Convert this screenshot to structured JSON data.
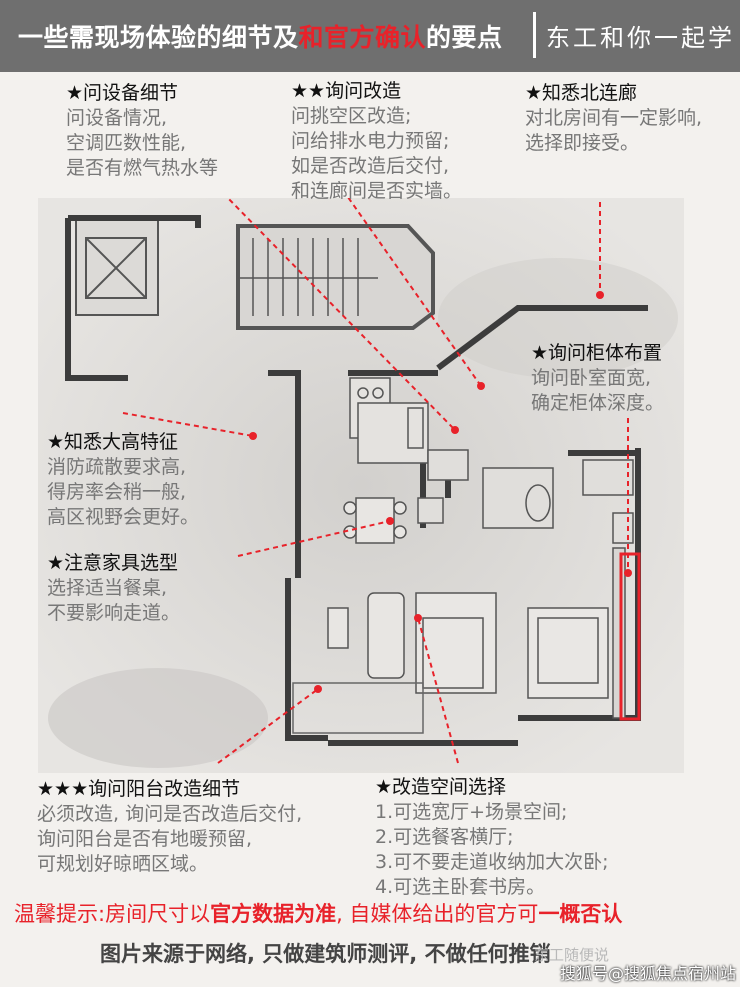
{
  "header": {
    "title_part1": "一些需现场体验的细节及",
    "title_highlight": "和官方确认",
    "title_part2": "的要点",
    "slogan": "东工和你一起学"
  },
  "notes": [
    {
      "id": "equipment",
      "title": "★问设备细节",
      "lines": [
        "问设备情况,",
        "空调匹数性能,",
        "是否有燃气热水等"
      ]
    },
    {
      "id": "modification",
      "title": "★★询问改造",
      "lines": [
        "问挑空区改造;",
        "问给排水电力预留;",
        "如是否改造后交付,",
        "和连廊间是否实墙。"
      ]
    },
    {
      "id": "corridor",
      "title": "★知悉北连廊",
      "lines": [
        "对北房间有一定影响,",
        "选择即接受。"
      ]
    },
    {
      "id": "cabinet",
      "title": "★询问柜体布置",
      "lines": [
        "询问卧室面宽,",
        "确定柜体深度。"
      ]
    },
    {
      "id": "highrise",
      "title": "★知悉大高特征",
      "lines": [
        "消防疏散要求高,",
        "得房率会稍一般,",
        "高区视野会更好。"
      ]
    },
    {
      "id": "furniture",
      "title": "★注意家具选型",
      "lines": [
        "选择适当餐桌,",
        "不要影响走道。"
      ]
    },
    {
      "id": "balcony",
      "title": "★★★询问阳台改造细节",
      "lines": [
        "必须改造, 询问是否改造后交付,",
        "询问阳台是否有地暖预留,",
        "可规划好晾晒区域。"
      ]
    },
    {
      "id": "space",
      "title": "★改造空间选择",
      "lines": [
        "1.可选宽厅+场景空间;",
        "2.可选餐客横厅;",
        "3.可不要走道收纳加大次卧;",
        "4.可选主卧套书房。"
      ]
    }
  ],
  "tip": {
    "prefix": "温馨提示:房间尺寸以",
    "bold1": "官方数据为准",
    "middle": ", 自媒体给出的官方可",
    "bold2": "一概否认"
  },
  "source": "图片来源于网络, 只做建筑师测评, 不做任何推销",
  "watermark": {
    "account": "东工随便说",
    "site": "搜狐号@搜狐焦点宿州站"
  },
  "colors": {
    "accent": "#e8222a",
    "header_bg": "#6f6f6f",
    "note_text": "#777777"
  }
}
